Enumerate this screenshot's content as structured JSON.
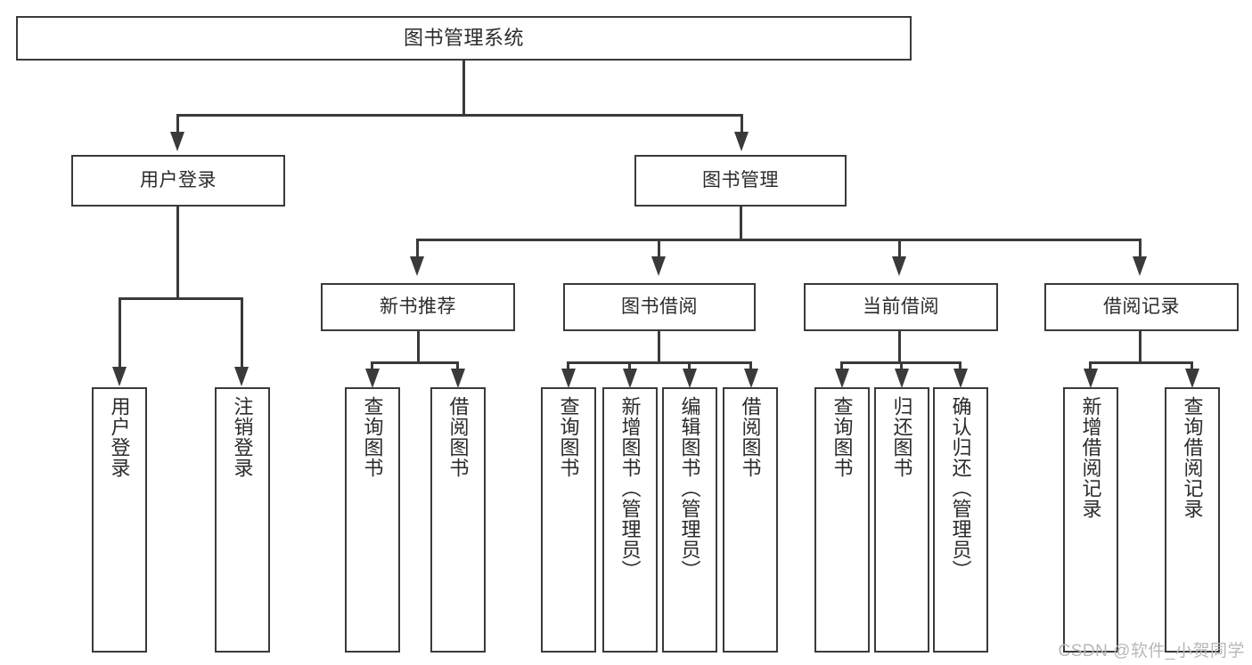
{
  "diagram": {
    "title": "图书管理系统",
    "root": {
      "label": "图书管理系统"
    },
    "level2": [
      {
        "label": "用户登录"
      },
      {
        "label": "图书管理"
      }
    ],
    "level3": [
      {
        "label": "新书推荐"
      },
      {
        "label": "图书借阅"
      },
      {
        "label": "当前借阅"
      },
      {
        "label": "借阅记录"
      }
    ],
    "leaves": {
      "user_login": [
        {
          "label": "用户登录"
        },
        {
          "label": "注销登录"
        }
      ],
      "new_book": [
        {
          "label": "查询图书"
        },
        {
          "label": "借阅图书"
        }
      ],
      "book_borrow": [
        {
          "label": "查询图书"
        },
        {
          "label": "新增图书（管理员）"
        },
        {
          "label": "编辑图书（管理员）"
        },
        {
          "label": "借阅图书"
        }
      ],
      "current_borrow": [
        {
          "label": "查询图书"
        },
        {
          "label": "归还图书"
        },
        {
          "label": "确认归还（管理员）"
        }
      ],
      "borrow_record": [
        {
          "label": "新增借阅记录"
        },
        {
          "label": "查询借阅记录"
        }
      ]
    }
  },
  "watermark": {
    "text": "CSDN @软件_小贺同学"
  },
  "colors": {
    "stroke": "#3a3a3a",
    "text": "#2b2b2b",
    "background": "#ffffff",
    "watermark": "#b8b8b8"
  }
}
